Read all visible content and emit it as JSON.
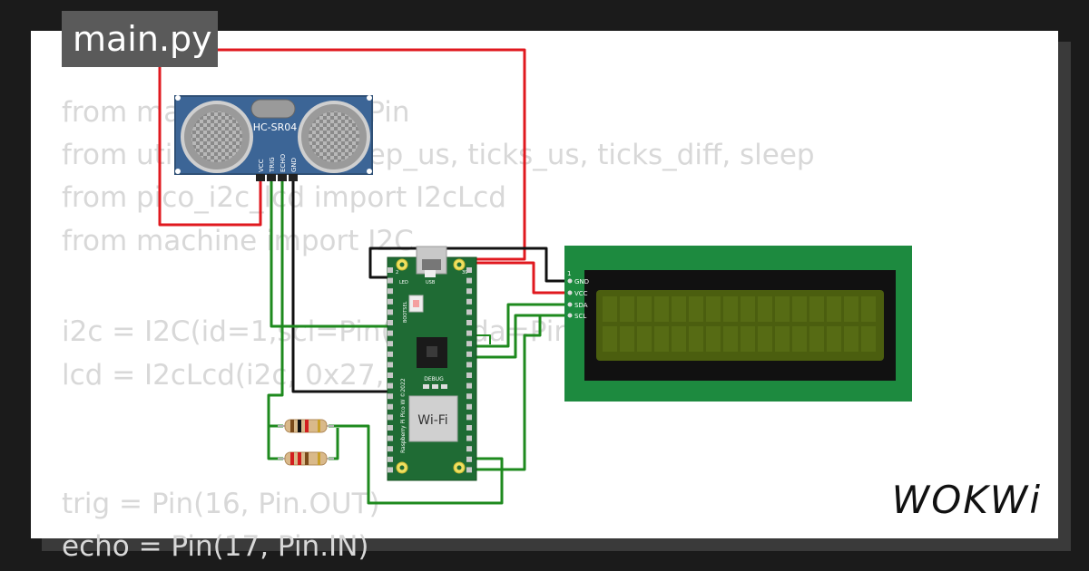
{
  "editor": {
    "file_tab": "main.py",
    "code_lines": [
      "from machine import Pin",
      "from utime import sleep_us, ticks_us, ticks_diff, sleep",
      "from pico_i2c_lcd import I2cLcd",
      "from machine import I2C",
      "",
      "i2c = I2C(id=1,scl=Pin(27), sda=Pin(26))",
      "lcd = I2cLcd(i2c, 0x27, 2, 16)",
      "",
      "",
      "trig = Pin(16, Pin.OUT)",
      "echo = Pin(17, Pin.IN)"
    ]
  },
  "sensor": {
    "label": "HC-SR04",
    "pins": [
      "VCC",
      "TRIG",
      "ECHO",
      "GND"
    ]
  },
  "pico": {
    "wifi_label": "Wi-Fi",
    "debug_label": "DEBUG",
    "led_label": "LED",
    "usb_label": "USB",
    "bootsel_label": "BOOTSEL",
    "board_text": "Raspberry Pi Pico W ©2022",
    "pin1_label": "2",
    "pin40_label": "39"
  },
  "lcd": {
    "pin_number": "1",
    "pins": [
      "GND",
      "VCC",
      "SDA",
      "SCL"
    ],
    "screen_color": "#4b5e0f",
    "pcb_color": "#1d8a3f"
  },
  "brand": {
    "logo": "WOKWi"
  },
  "colors": {
    "wire_red": "#e0191f",
    "wire_black": "#111111",
    "wire_green": "#1e8a1e",
    "pico_green": "#1f6b34",
    "sensor_blue": "#3c6596"
  }
}
